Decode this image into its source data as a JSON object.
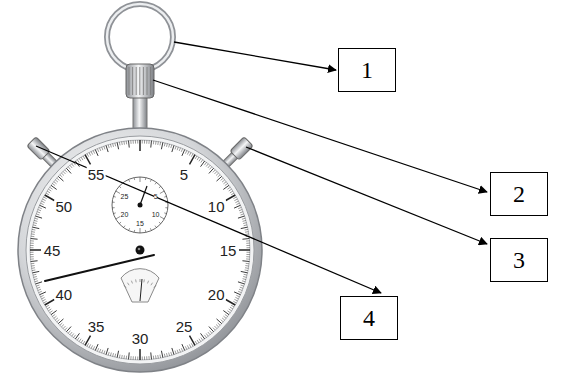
{
  "diagram": {
    "nodes": [
      {
        "text": [
          "1"
        ]
      },
      {
        "text": [
          "2"
        ]
      },
      {
        "text": [
          "3"
        ]
      },
      {
        "text": [
          "4"
        ]
      }
    ],
    "labels": [
      "55",
      "5",
      "10",
      "15",
      "20",
      "25",
      "30",
      "35",
      "40",
      "45",
      "50",
      "25",
      "5",
      "10",
      "15",
      "20"
    ]
  }
}
